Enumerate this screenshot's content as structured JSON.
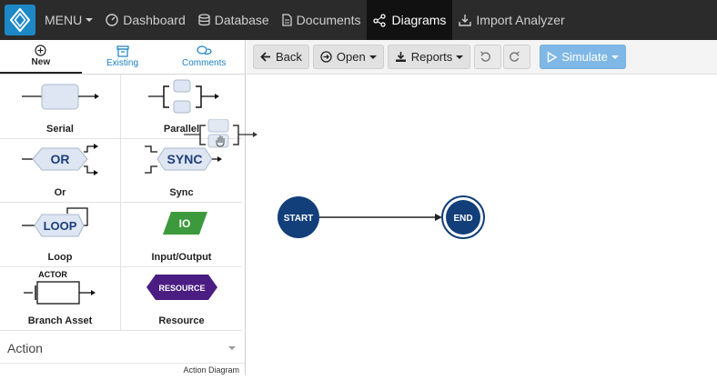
{
  "topbar": {
    "menu_label": "MENU",
    "items": [
      {
        "label": "Dashboard",
        "icon": "dashboard-icon"
      },
      {
        "label": "Database",
        "icon": "database-icon"
      },
      {
        "label": "Documents",
        "icon": "document-icon"
      },
      {
        "label": "Diagrams",
        "icon": "diagram-icon",
        "active": true
      },
      {
        "label": "Import Analyzer",
        "icon": "import-icon"
      }
    ]
  },
  "palette": {
    "tabs": [
      {
        "label": "New",
        "icon": "plus-circle-icon",
        "active": true
      },
      {
        "label": "Existing",
        "icon": "box-icon"
      },
      {
        "label": "Comments",
        "icon": "comments-icon"
      }
    ],
    "shapes": [
      {
        "label": "Serial"
      },
      {
        "label": "Parallel"
      },
      {
        "label": "Or",
        "text": "OR"
      },
      {
        "label": "Sync",
        "text": "SYNC"
      },
      {
        "label": "Loop",
        "text": "LOOP"
      },
      {
        "label": "Input/Output",
        "text": "IO"
      },
      {
        "label": "Branch Asset",
        "text": "ACTOR"
      },
      {
        "label": "Resource",
        "text": "RESOURCE"
      }
    ],
    "section_select": "Action",
    "footer": "Action Diagram"
  },
  "toolbar": {
    "back": "Back",
    "open": "Open",
    "reports": "Reports",
    "simulate": "Simulate"
  },
  "canvas": {
    "start_label": "START",
    "end_label": "END"
  },
  "colors": {
    "topbar_bg": "#2b2b2b",
    "accent": "#1e88c7",
    "node_blue": "#123f7a",
    "simulate_bg": "#7fb8e6",
    "io_green": "#3c9a3c",
    "resource_purple": "#4b1d82"
  }
}
